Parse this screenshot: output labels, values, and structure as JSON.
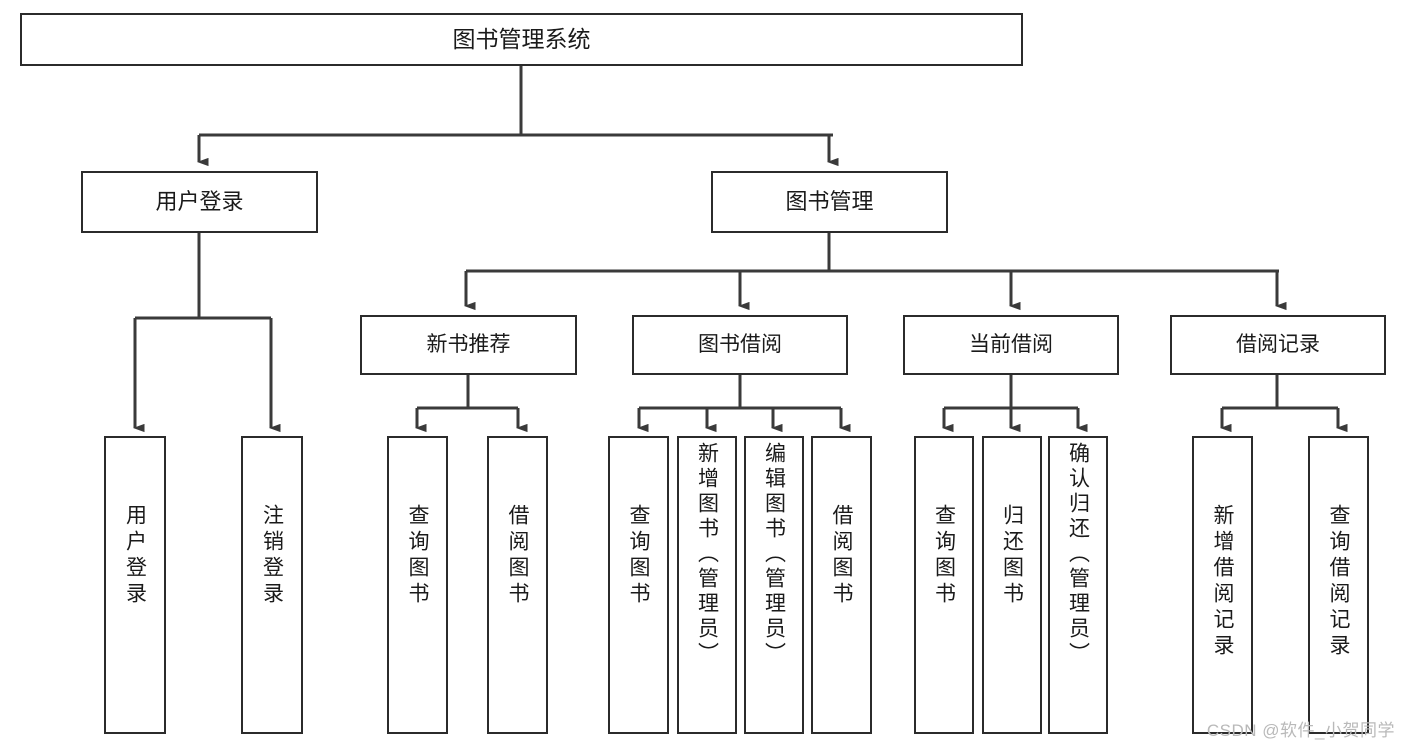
{
  "diagram": {
    "type": "tree-hierarchy-chart",
    "title": "图书管理系统",
    "watermark": "CSDN @软件_小贺同学",
    "colors": {
      "box_border": "#2b2b2b",
      "box_fill": "#ffffff",
      "connector": "#3a3a3a",
      "text": "#1a1a1a",
      "watermark": "#b9b9b9",
      "background": "#ffffff"
    },
    "nodes": {
      "root": {
        "label": "图书管理系统"
      },
      "level2": [
        {
          "id": "user-login",
          "label": "用户登录"
        },
        {
          "id": "book-manage",
          "label": "图书管理"
        }
      ],
      "level3": [
        {
          "id": "new-book-recommend",
          "label": "新书推荐"
        },
        {
          "id": "book-borrow",
          "label": "图书借阅"
        },
        {
          "id": "current-borrow",
          "label": "当前借阅"
        },
        {
          "id": "borrow-record",
          "label": "借阅记录"
        }
      ],
      "leaves": {
        "user-login": [
          {
            "id": "leaf-user-login",
            "label": "用户登录"
          },
          {
            "id": "leaf-logout",
            "label": "注销登录"
          }
        ],
        "new-book-recommend": [
          {
            "id": "leaf-query-book-1",
            "label": "查询图书"
          },
          {
            "id": "leaf-borrow-book-1",
            "label": "借阅图书"
          }
        ],
        "book-borrow": [
          {
            "id": "leaf-query-book-2",
            "label": "查询图书"
          },
          {
            "id": "leaf-add-book",
            "label": "新增图书（管理员）"
          },
          {
            "id": "leaf-edit-book",
            "label": "编辑图书（管理员）"
          },
          {
            "id": "leaf-borrow-book-2",
            "label": "借阅图书"
          }
        ],
        "current-borrow": [
          {
            "id": "leaf-query-book-3",
            "label": "查询图书"
          },
          {
            "id": "leaf-return-book",
            "label": "归还图书"
          },
          {
            "id": "leaf-confirm-return",
            "label": "确认归还（管理员）"
          }
        ],
        "borrow-record": [
          {
            "id": "leaf-add-record",
            "label": "新增借阅记录"
          },
          {
            "id": "leaf-query-record",
            "label": "查询借阅记录"
          }
        ]
      }
    }
  }
}
